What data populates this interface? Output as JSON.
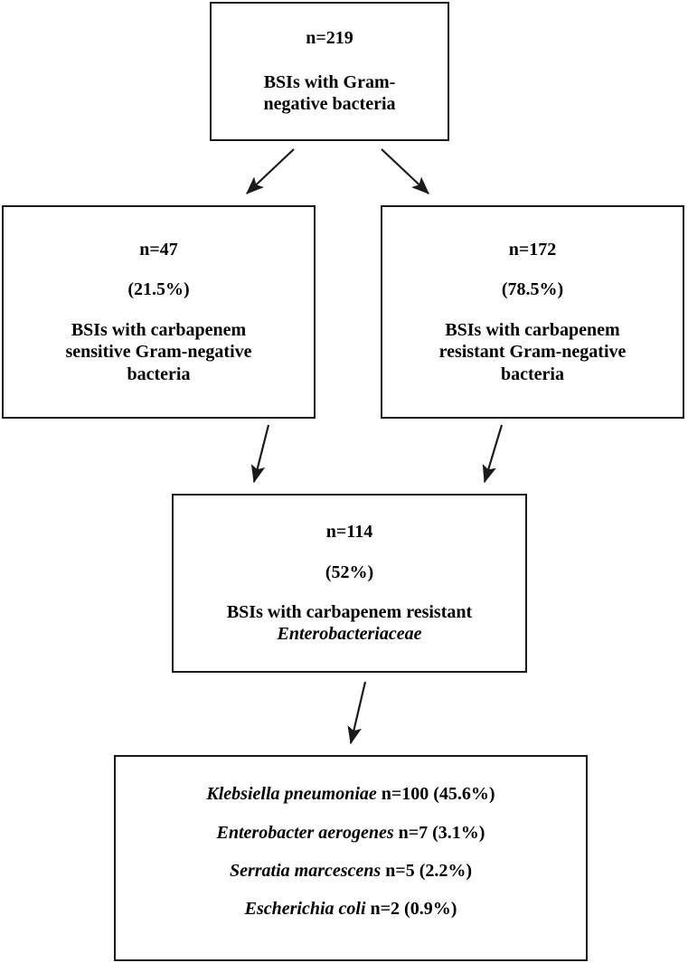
{
  "diagram": {
    "title": "BSI carbapenem resistance flow diagram",
    "stroke_color": "#1a1a1a",
    "background_color": "#ffffff"
  },
  "nodes": {
    "total": {
      "count": "n=219",
      "description_line1": "BSIs with Gram-",
      "description_line2": "negative bacteria"
    },
    "sensitive": {
      "count": "n=47",
      "percent": "(21.5%)",
      "description_line1": "BSIs with carbapenem",
      "description_line2": "sensitive Gram-negative",
      "description_line3": "bacteria"
    },
    "resistant": {
      "count": "n=172",
      "percent": "(78.5%)",
      "description_line1": "BSIs with carbapenem",
      "description_line2": "resistant Gram-negative",
      "description_line3": "bacteria"
    },
    "cre": {
      "count": "n=114",
      "percent": "(52%)",
      "description_line1": "BSIs with carbapenem resistant",
      "description_line2": "Enterobacteriaceae"
    }
  },
  "species": [
    {
      "name": "Klebsiella pneumoniae",
      "count": "n=100 (45.6%)"
    },
    {
      "name": "Enterobacter aerogenes",
      "count": "n=7 (3.1%)"
    },
    {
      "name": "Serratia marcescens",
      "count": "n=5 (2.2%)"
    },
    {
      "name": "Escherichia coli",
      "count": "n=2 (0.9%)"
    }
  ],
  "edges": [
    {
      "id": "total-to-sensitive",
      "label": ""
    },
    {
      "id": "total-to-resistant",
      "label": ""
    },
    {
      "id": "sensitive-to-cre",
      "label": ""
    },
    {
      "id": "resistant-to-cre",
      "label": ""
    },
    {
      "id": "cre-to-species",
      "label": ""
    }
  ]
}
